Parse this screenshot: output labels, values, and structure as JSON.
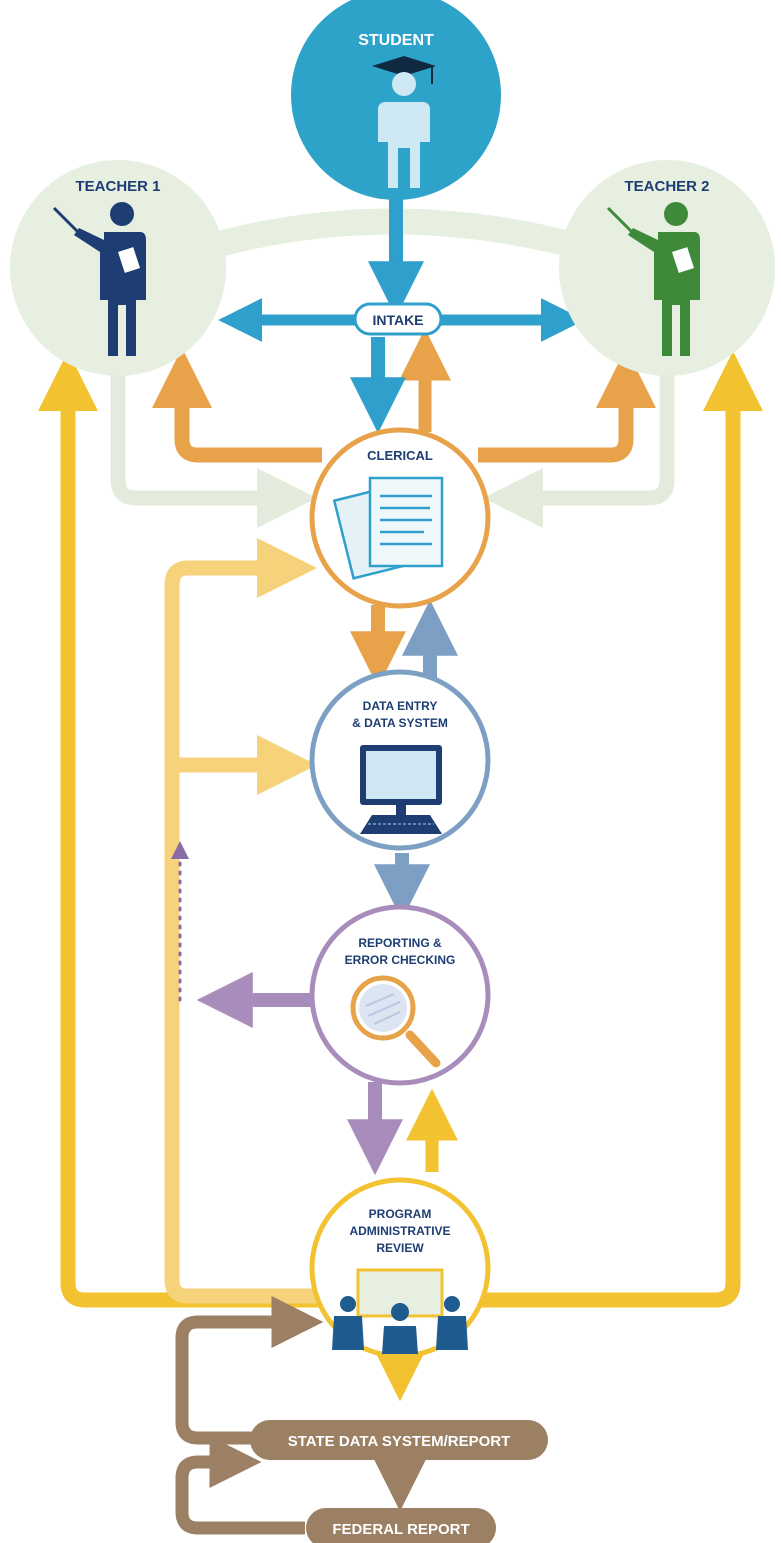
{
  "nodes": {
    "student": "STUDENT",
    "teacher1": "TEACHER 1",
    "teacher2": "TEACHER 2",
    "intake": "INTAKE",
    "clerical": "CLERICAL",
    "data_entry": [
      "DATA ENTRY",
      "& DATA SYSTEM"
    ],
    "reporting": [
      "REPORTING &",
      "ERROR CHECKING"
    ],
    "program_review": [
      "PROGRAM",
      "ADMINISTRATIVE",
      "REVIEW"
    ],
    "state_report": "STATE DATA SYSTEM/REPORT",
    "federal_report": "FEDERAL REPORT"
  },
  "colors": {
    "student": "#2ea3c9",
    "intake_arrows": "#2f9fcb",
    "teacher_bg": "#e6efe0",
    "teacher1_figure": "#1e3e73",
    "teacher2_figure": "#3f8a3a",
    "clerical": "#e8a24a",
    "data_entry": "#7d9fc4",
    "reporting": "#a88cbc",
    "program_review": "#f2c230",
    "program_review_light": "#f6d27a",
    "state_federal": "#9b8064"
  }
}
